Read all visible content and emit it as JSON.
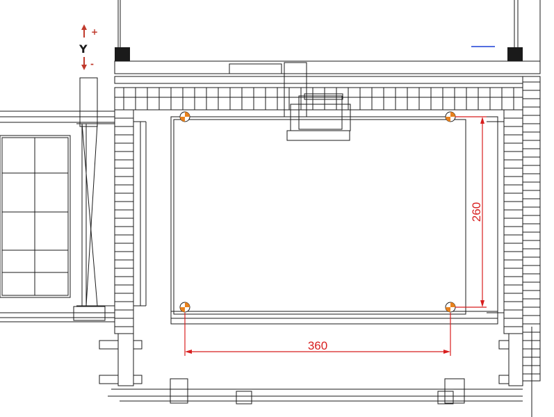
{
  "colors": {
    "line": "#1a1a1a",
    "dimension": "#d81e1e",
    "axis_marker": "#c0392b",
    "fiducial_orange": "#e8821e",
    "accent_blue": "#1a3fd6"
  },
  "axis_indicator": {
    "axis": "Y",
    "plus": "+",
    "minus": "-"
  },
  "dimensions": {
    "width": "360",
    "height": "260"
  },
  "fiducial_count": 4
}
